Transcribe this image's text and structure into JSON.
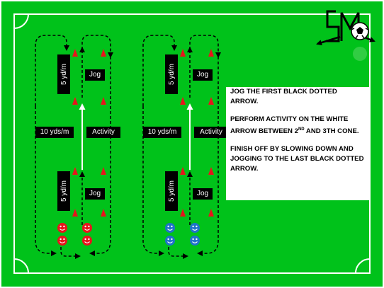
{
  "drills": [
    {
      "team": "red",
      "jog_top": "Jog",
      "activity": "Activity",
      "distance_middle": "10 yds/m",
      "jog_bottom": "Jog",
      "distance_top": "5 yd/m",
      "distance_bottom": "5 yd/m"
    },
    {
      "team": "blue",
      "jog_top": "Jog",
      "activity": "Activity",
      "distance_middle": "10 yds/m",
      "jog_bottom": "Jog",
      "distance_top": "5 yd/m",
      "distance_bottom": "5 yd/m"
    }
  ],
  "instructions": {
    "step1": "JOG THE FIRST BLACK DOTTED ARROW.",
    "step2_before": "PERFORM ACTIVITY ON THE WHITE ARROW BETWEEN 2",
    "step2_sup": "ND",
    "step2_after": " AND 3TH CONE.",
    "step3": "FINISH OFF BY SLOWING DOWN AND JOGGING TO THE LAST BLACK DOTTED ARROW."
  },
  "colors": {
    "pitch": "#00c21a",
    "pitch_line": "#ffffff",
    "cone": "#e8141c",
    "team_red": "#e8141c",
    "team_blue": "#1f73c9",
    "path": "#000000",
    "sprint_arrow": "#ffffff"
  },
  "icons": [
    "cone-icon",
    "player-smiley-icon",
    "soccer-ball-icon",
    "logo-mark"
  ]
}
